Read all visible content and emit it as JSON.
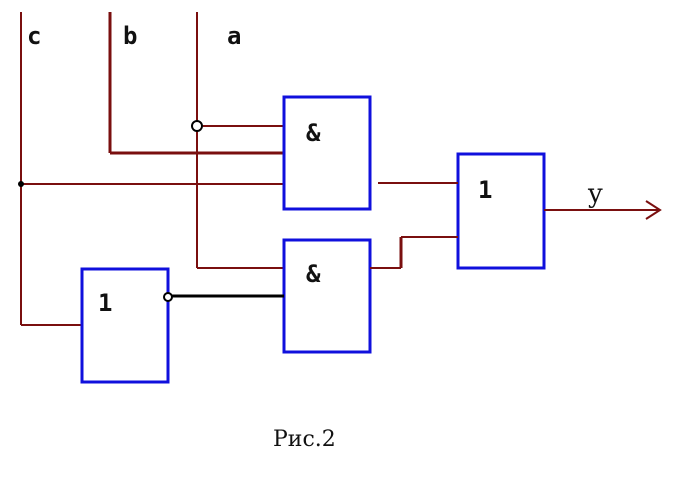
{
  "inputs": {
    "c": "c",
    "b": "b",
    "a": "a"
  },
  "gates": {
    "and_top": "&",
    "and_bottom": "&",
    "or_left": "1",
    "or_right": "1"
  },
  "output": "y",
  "caption": "Рис.2",
  "colors": {
    "wire": "#7a0f0f",
    "gate_border": "#1010dd",
    "inverted_link": "#000000"
  }
}
